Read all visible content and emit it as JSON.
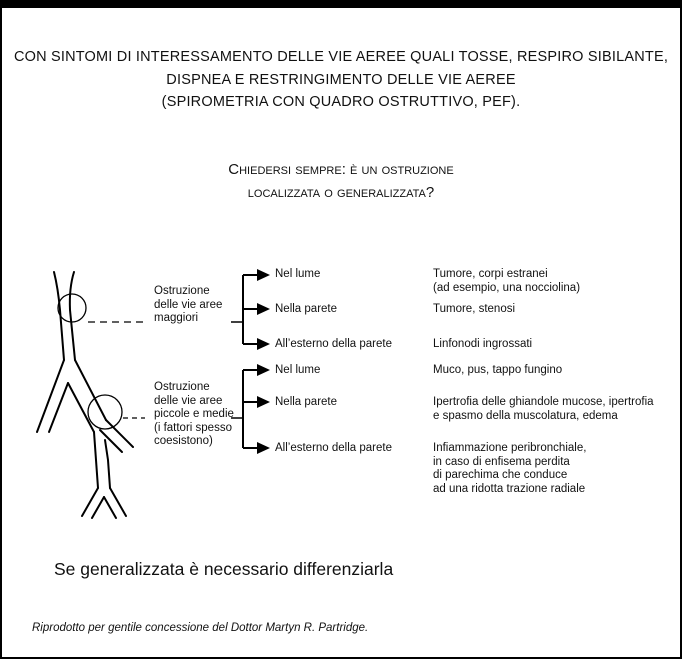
{
  "intro": {
    "line1": "CON SINTOMI DI INTERESSAMENTO DELLE VIE AEREE QUALI TOSSE, RESPIRO SIBILANTE,",
    "line2": "DISPNEA E RESTRINGIMENTO DELLE VIE AEREE",
    "line3": "(SPIROMETRIA CON QUADRO OSTRUTTIVO, PEF)."
  },
  "question": {
    "line1": "Chiedersi sempre: è un ostruzione",
    "line2": "localizzata o generalizzata?"
  },
  "groups": [
    {
      "label": [
        "Ostruzione",
        "delle vie aree",
        "maggiori"
      ],
      "branches": [
        {
          "site": "Nel lume",
          "causes": [
            "Tumore, corpi estranei",
            "(ad esempio, una nocciolina)"
          ]
        },
        {
          "site": "Nella parete",
          "causes": [
            "Tumore, stenosi"
          ]
        },
        {
          "site": "All’esterno della parete",
          "causes": [
            "Linfonodi ingrossati"
          ]
        }
      ]
    },
    {
      "label": [
        "Ostruzione",
        "delle vie aree",
        "piccole e medie",
        "(i fattori spesso",
        "coesistono)"
      ],
      "branches": [
        {
          "site": "Nel lume",
          "causes": [
            "Muco, pus, tappo fungino"
          ]
        },
        {
          "site": "Nella parete",
          "causes": [
            "Ipertrofia delle ghiandole mucose, ipertrofia",
            "e spasmo della muscolatura, edema"
          ]
        },
        {
          "site": "All’esterno della parete",
          "causes": [
            "Infiammazione peribronchiale,",
            "in caso di enfisema perdita",
            "di parechima che conduce",
            "ad una ridotta trazione radiale"
          ]
        }
      ]
    }
  ],
  "footer": {
    "note": "Se generalizzata è necessario differenziarla",
    "credit": "Riprodotto per gentile concessione del Dottor Martyn R. Partridge."
  }
}
